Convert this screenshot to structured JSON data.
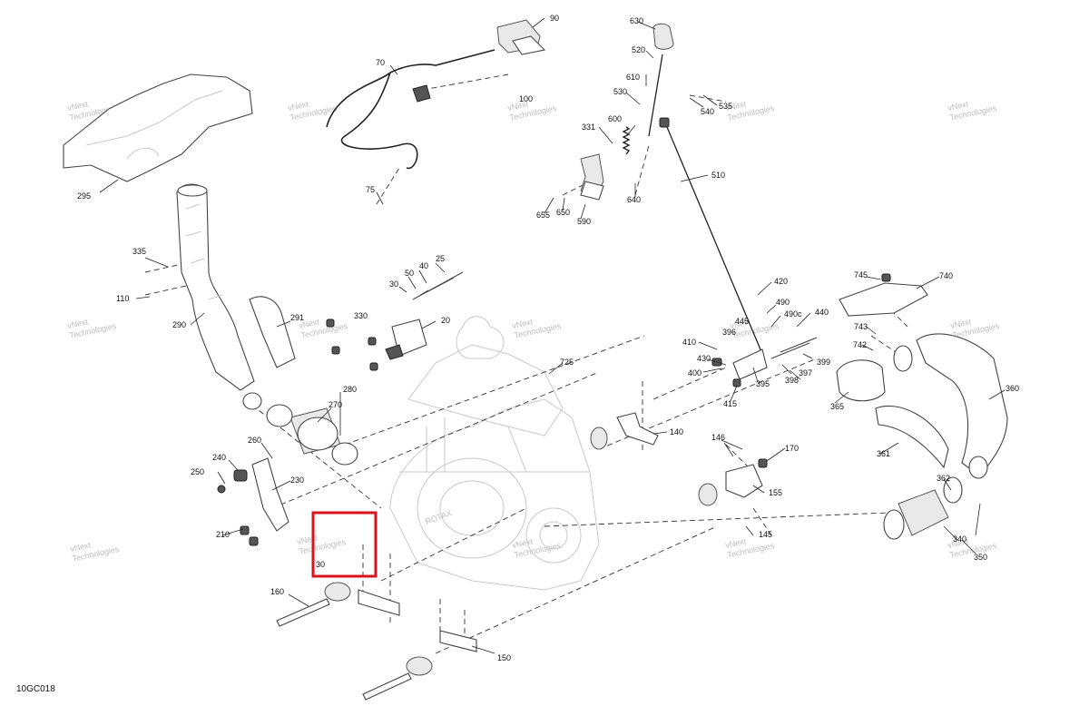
{
  "diagram_code": "10GC018",
  "highlight_color": "#d9121b",
  "watermark": [
    "vNext",
    "Technologies"
  ],
  "callouts": {
    "c20": "20",
    "c25": "25",
    "c30a": "30",
    "c30b": "30",
    "c40": "40",
    "c50": "50",
    "c70": "70",
    "c75": "75",
    "c90": "90",
    "c100": "100",
    "c110": "110",
    "c140": "140",
    "c145": "145",
    "c146": "146",
    "c150": "150",
    "c155": "155",
    "c160": "160",
    "c170": "170",
    "c210": "210",
    "c230": "230",
    "c240": "240",
    "c250": "250",
    "c260": "260",
    "c270": "270",
    "c280": "280",
    "c290": "290",
    "c291": "291",
    "c295": "295",
    "c330": "330",
    "c331": "331",
    "c335": "335",
    "c340": "340",
    "c350": "350",
    "c360": "360",
    "c361": "361",
    "c362": "362",
    "c365": "365",
    "c395": "395",
    "c396": "396",
    "c397": "397",
    "c398": "398",
    "c399": "399",
    "c400": "400",
    "c410": "410",
    "c415": "415",
    "c420": "420",
    "c430": "430",
    "c440": "440",
    "c445": "445",
    "c490": "490",
    "c490c": "490c",
    "c510": "510",
    "c520": "520",
    "c530": "530",
    "c535": "535",
    "c540": "540",
    "c590": "590",
    "c600": "600",
    "c610": "610",
    "c630": "630",
    "c640": "640",
    "c650": "650",
    "c655": "655",
    "c725": "725",
    "c740": "740",
    "c742": "742",
    "c743": "743",
    "c745": "745"
  }
}
